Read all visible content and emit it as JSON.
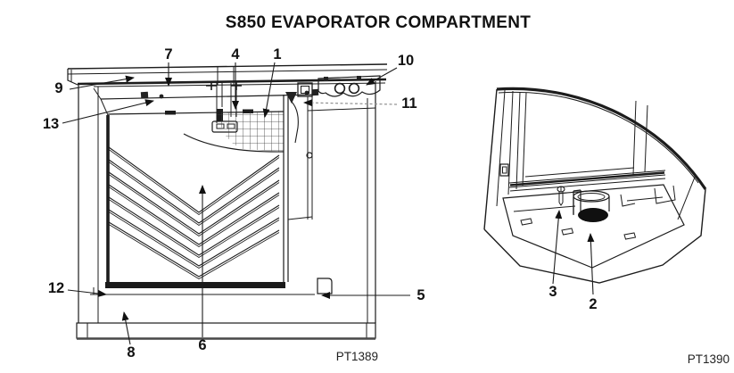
{
  "title": "S850 EVAPORATOR COMPARTMENT",
  "part_refs": {
    "main": "PT1389",
    "detail": "PT1390"
  },
  "callouts": {
    "1": "1",
    "2": "2",
    "3": "3",
    "4": "4",
    "5": "5",
    "6": "6",
    "7": "7",
    "8": "8",
    "9": "9",
    "10": "10",
    "11": "11",
    "12": "12",
    "13": "13"
  }
}
